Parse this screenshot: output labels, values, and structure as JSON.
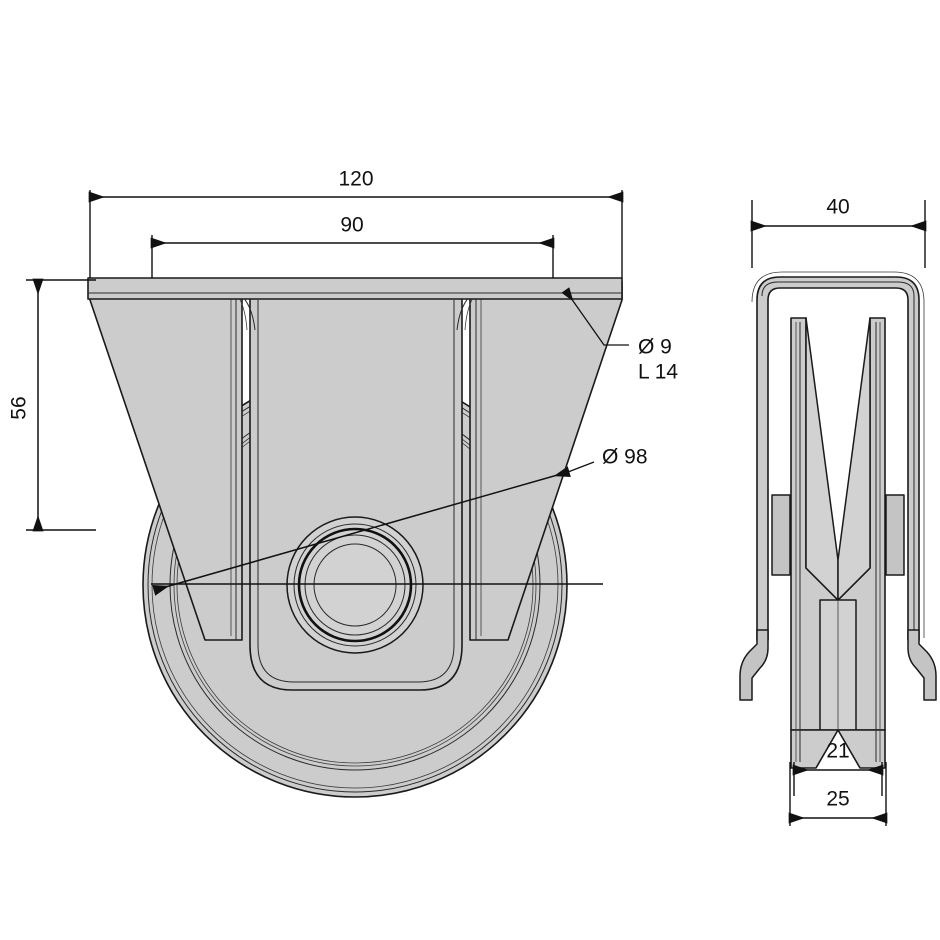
{
  "drawing": {
    "title": "Fixed V-groove caster — technical drawing",
    "background_color": "#ffffff",
    "line_color": "#1a1a1a",
    "fill_color": "#cccccc",
    "views": {
      "front": {
        "name": "front-elevation-view"
      },
      "side": {
        "name": "side-elevation-view"
      }
    }
  },
  "dimensions": {
    "plate_width": "120",
    "bolt_hole_spacing": "90",
    "mounting_height": "56",
    "hole_diameter": "Ø 9",
    "hole_length": "L 14",
    "wheel_diameter": "Ø 98",
    "plate_depth": "40",
    "groove_width": "21",
    "wheel_width": "25"
  },
  "labels": [
    {
      "id": "dim-120",
      "text": "120"
    },
    {
      "id": "dim-90",
      "text": "90"
    },
    {
      "id": "dim-56",
      "text": "56"
    },
    {
      "id": "dim-d9",
      "text": "Ø 9"
    },
    {
      "id": "dim-l14",
      "text": "L 14"
    },
    {
      "id": "dim-d98",
      "text": "Ø 98"
    },
    {
      "id": "dim-40",
      "text": "40"
    },
    {
      "id": "dim-21",
      "text": "21"
    },
    {
      "id": "dim-25",
      "text": "25"
    }
  ]
}
